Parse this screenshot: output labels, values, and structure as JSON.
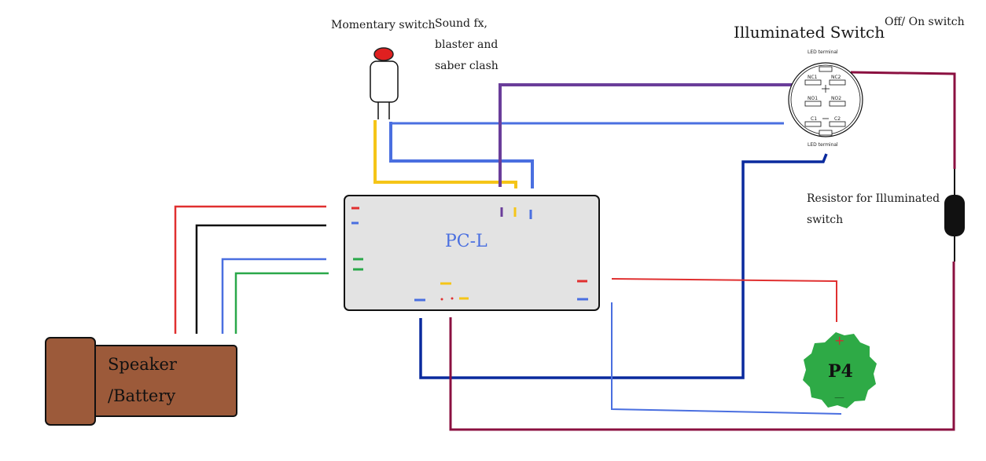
{
  "labels": {
    "momentary_switch": "Momentary switch",
    "sound_fx_line1": "Sound fx,",
    "sound_fx_line2": "blaster and",
    "sound_fx_line3": "saber clash",
    "illuminated_switch": "Illuminated Switch",
    "off_on_switch": "Off/ On switch",
    "led_terminal_top": "LED terminal",
    "led_terminal_bottom": "LED terminal",
    "terminal_nc1": "NC1",
    "terminal_nc2": "NC2",
    "terminal_no1": "NO1",
    "terminal_no2": "NO2",
    "terminal_c1": "C1",
    "terminal_c2": "C2",
    "resistor_line1": "Resistor for Illuminated",
    "resistor_line2": "switch",
    "board": "PC-L",
    "speaker_line1": "Speaker",
    "speaker_line2": "/Battery",
    "led": "P4",
    "plus": "+",
    "minus": "—"
  },
  "colors": {
    "red": "#e03030",
    "black": "#111111",
    "blue": "#4a6fe0",
    "green": "#2aa84a",
    "yellow": "#f5c518",
    "purple": "#6a3d9a",
    "dark_blue": "#0a2a9e",
    "maroon": "#8b1040",
    "board_fill": "#e3e3e3",
    "speaker_fill": "#9c5a3a",
    "led_fill": "#2eaa46"
  }
}
